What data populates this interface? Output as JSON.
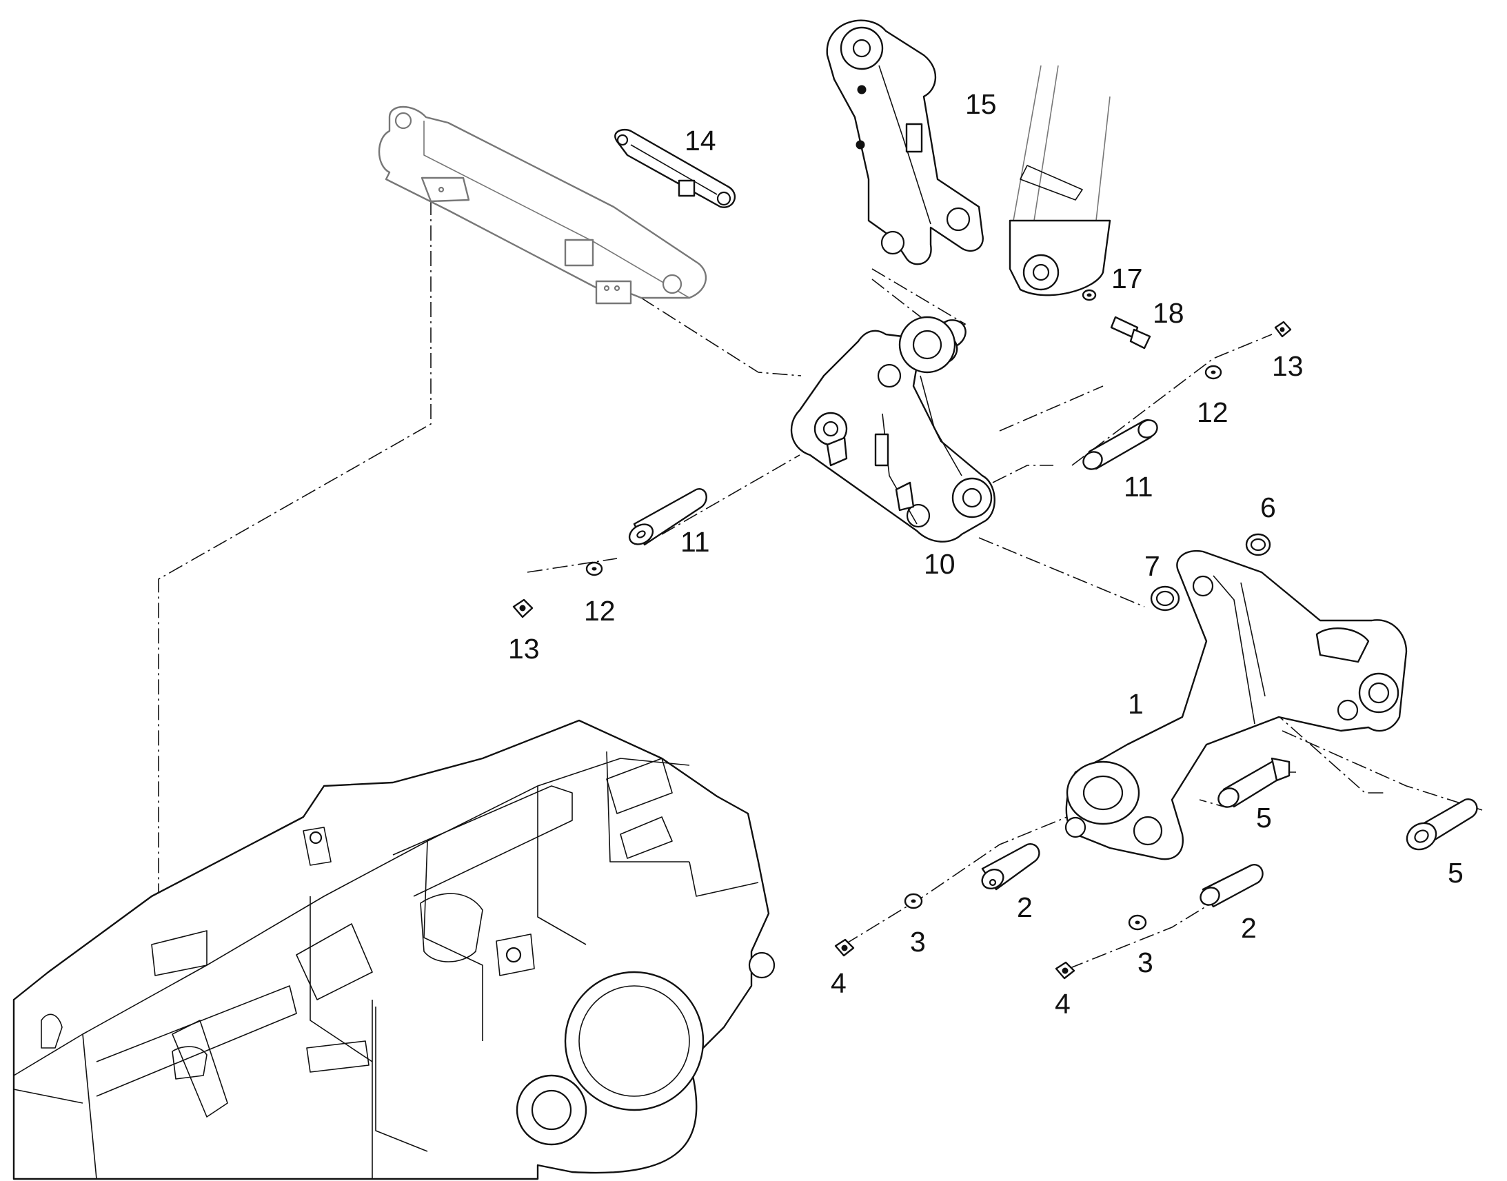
{
  "diagram": {
    "callouts": [
      {
        "id": "c1",
        "text": "1"
      },
      {
        "id": "c2a",
        "text": "2"
      },
      {
        "id": "c2b",
        "text": "2"
      },
      {
        "id": "c3a",
        "text": "3"
      },
      {
        "id": "c3b",
        "text": "3"
      },
      {
        "id": "c4a",
        "text": "4"
      },
      {
        "id": "c4b",
        "text": "4"
      },
      {
        "id": "c5a",
        "text": "5"
      },
      {
        "id": "c5b",
        "text": "5"
      },
      {
        "id": "c6",
        "text": "6"
      },
      {
        "id": "c7",
        "text": "7"
      },
      {
        "id": "c10",
        "text": "10"
      },
      {
        "id": "c11a",
        "text": "11"
      },
      {
        "id": "c11b",
        "text": "11"
      },
      {
        "id": "c12a",
        "text": "12"
      },
      {
        "id": "c12b",
        "text": "12"
      },
      {
        "id": "c13a",
        "text": "13"
      },
      {
        "id": "c13b",
        "text": "13"
      },
      {
        "id": "c14",
        "text": "14"
      },
      {
        "id": "c15",
        "text": "15"
      },
      {
        "id": "c17",
        "text": "17"
      },
      {
        "id": "c18",
        "text": "18"
      }
    ]
  }
}
